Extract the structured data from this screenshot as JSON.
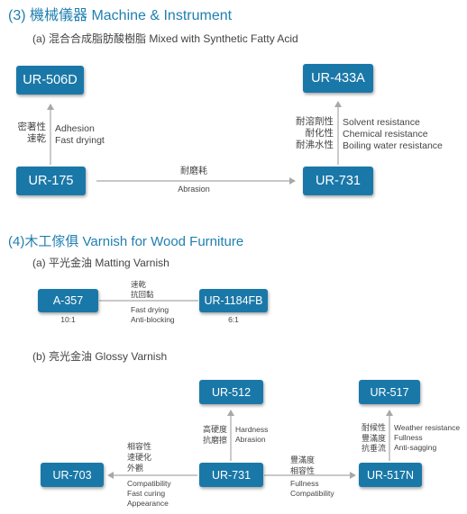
{
  "colors": {
    "box": "#1a78a8",
    "heading": "#1f7fb0",
    "line": "#aaaaaa"
  },
  "section3": {
    "title": "(3) 機械儀器 Machine & Instrument",
    "sub_a": "(a) 混合合成脂肪酸樹脂 Mixed with Synthetic Fatty Acid",
    "box_ur506d": "UR-506D",
    "box_ur433a": "UR-433A",
    "box_ur175": "UR-175",
    "box_ur731": "UR-731",
    "adhesion_zh": [
      "密著性",
      "速乾"
    ],
    "adhesion_en": [
      "Adhesion",
      "Fast dryingt"
    ],
    "solvent_zh": [
      "耐溶劑性",
      "耐化性",
      "耐沸水性"
    ],
    "solvent_en": [
      "Solvent resistance",
      "Chemical resistance",
      "Boiling water resistance"
    ],
    "abrasion_zh": "耐磨耗",
    "abrasion_en": "Abrasion"
  },
  "section4": {
    "title": "(4)木工傢俱 Varnish for Wood Furniture",
    "sub_a": "(a) 平光金油 Matting Varnish",
    "box_a357": "A-357",
    "box_ur1184fb": "UR-1184FB",
    "ratio_a357": "10:1",
    "ratio_ur1184fb": "6:1",
    "matting_zh": [
      "速乾",
      "抗回黏"
    ],
    "matting_en": [
      "Fast drying",
      "Anti-blocking"
    ],
    "sub_b": "(b) 亮光金油 Glossy Varnish",
    "box_ur512": "UR-512",
    "box_ur517": "UR-517",
    "box_ur703": "UR-703",
    "box_ur731": "UR-731",
    "box_ur517n": "UR-517N",
    "hardness_zh": [
      "高硬度",
      "抗磨擦"
    ],
    "hardness_en": [
      "Hardness",
      "Abrasion"
    ],
    "weather_zh": [
      "耐候性",
      "豐滿度",
      "抗垂流"
    ],
    "weather_en": [
      "Weather resistance",
      "Fullness",
      "Anti-sagging"
    ],
    "compat_zh": [
      "相容性",
      "速硬化",
      "外觀"
    ],
    "compat_en": [
      "Compatibility",
      "Fast curing",
      "Appearance"
    ],
    "fullness_zh": [
      "豐滿度",
      "相容性"
    ],
    "fullness_en": [
      "Fullness",
      "Compatibility"
    ]
  }
}
